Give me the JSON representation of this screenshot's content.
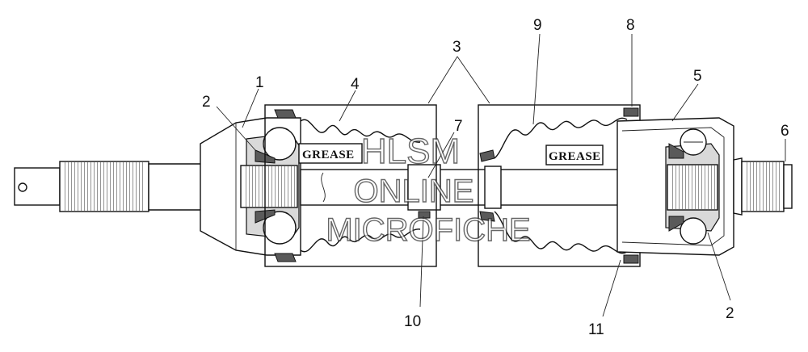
{
  "callouts": {
    "c1": "1",
    "c2a": "2",
    "c2b": "2",
    "c3": "3",
    "c4": "4",
    "c5": "5",
    "c6": "6",
    "c7": "7",
    "c8": "8",
    "c9": "9",
    "c10": "10",
    "c11": "11"
  },
  "labels": {
    "grease_left": "GREASE",
    "grease_right": "GREASE"
  },
  "watermark": {
    "line1": "HLSM",
    "line2": "ONLINE",
    "line3": "MICROFICHE"
  },
  "colors": {
    "line": "#111111",
    "shade": "#5a5a5a",
    "background": "#ffffff"
  }
}
